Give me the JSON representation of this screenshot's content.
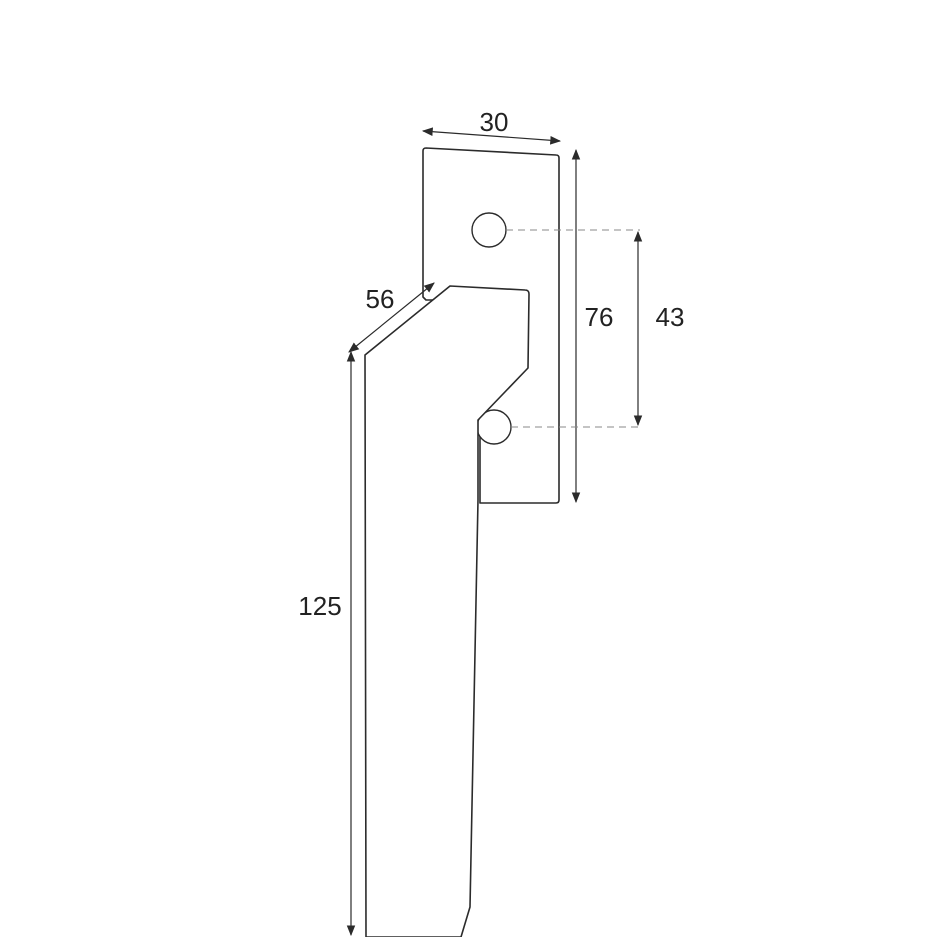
{
  "drawing": {
    "subject": "window handle",
    "line_color": "#2b2b2b",
    "background": "#ffffff",
    "dimensions": {
      "plate_width": "30",
      "plate_height": "76",
      "hole_spacing": "43",
      "lever_depth": "56",
      "lever_length": "125"
    }
  }
}
